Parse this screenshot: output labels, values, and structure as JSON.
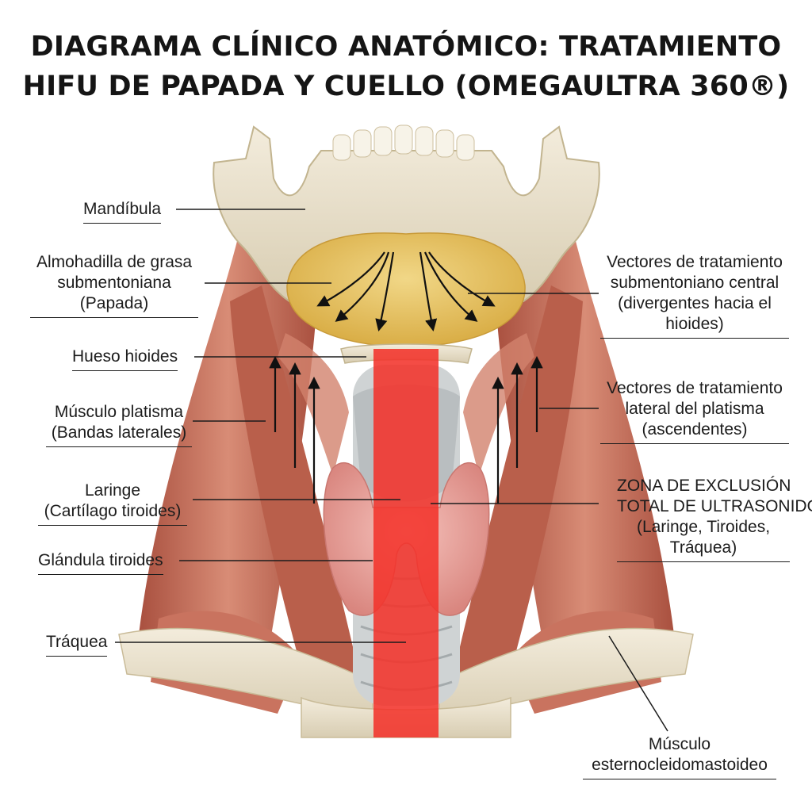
{
  "title": {
    "line1": "DIAGRAMA CLÍNICO ANATÓMICO: TRATAMIENTO",
    "line2": "HIFU DE PAPADA Y CUELLO (OMEGAULTRA 360®)"
  },
  "labels": {
    "mandibula": "Mandíbula",
    "grasa": [
      "Almohadilla de grasa",
      "submentoniana",
      "(Papada)"
    ],
    "hioides": "Hueso hioides",
    "platisma": [
      "Músculo platisma",
      "(Bandas laterales)"
    ],
    "laringe": [
      "Laringe",
      "(Cartílago tiroides)"
    ],
    "tiroides": "Glándula tiroides",
    "traquea": "Tráquea",
    "vectores_central": [
      "Vectores de tratamiento",
      "submentoniano central",
      "(divergentes hacia el",
      "hioides)"
    ],
    "vectores_lateral": [
      "Vectores de tratamiento",
      "lateral del platisma",
      "(ascendentes)"
    ],
    "exclusion": [
      "ZONA DE EXCLUSIÓN",
      "TOTAL DE ULTRASONIDO",
      "(Laringe, Tiroides,",
      "Tráquea)"
    ],
    "esterno": [
      "Músculo",
      "esternocleidomastoideo"
    ]
  },
  "colors": {
    "exclusion_zone": "#f2332b",
    "muscle": "#c8705c",
    "bone": "#e9e1cc",
    "fat": "#e7c664",
    "thyroid": "#eba7a1"
  }
}
